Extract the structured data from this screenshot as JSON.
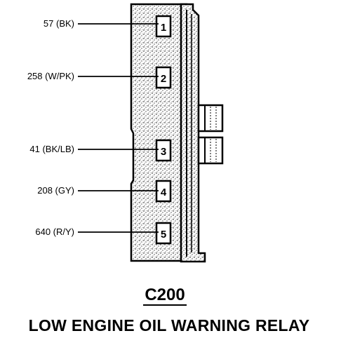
{
  "connector": {
    "id": "C200",
    "name": "LOW ENGINE OIL WARNING RELAY"
  },
  "pins": [
    {
      "number": "1",
      "wire": "57 (BK)"
    },
    {
      "number": "2",
      "wire": "258 (W/PK)"
    },
    {
      "number": "3",
      "wire": "41 (BK/LB)"
    },
    {
      "number": "4",
      "wire": "208 (GY)"
    },
    {
      "number": "5",
      "wire": "640 (R/Y)"
    }
  ],
  "colors": {
    "ink": "#000000",
    "paper": "#ffffff"
  }
}
